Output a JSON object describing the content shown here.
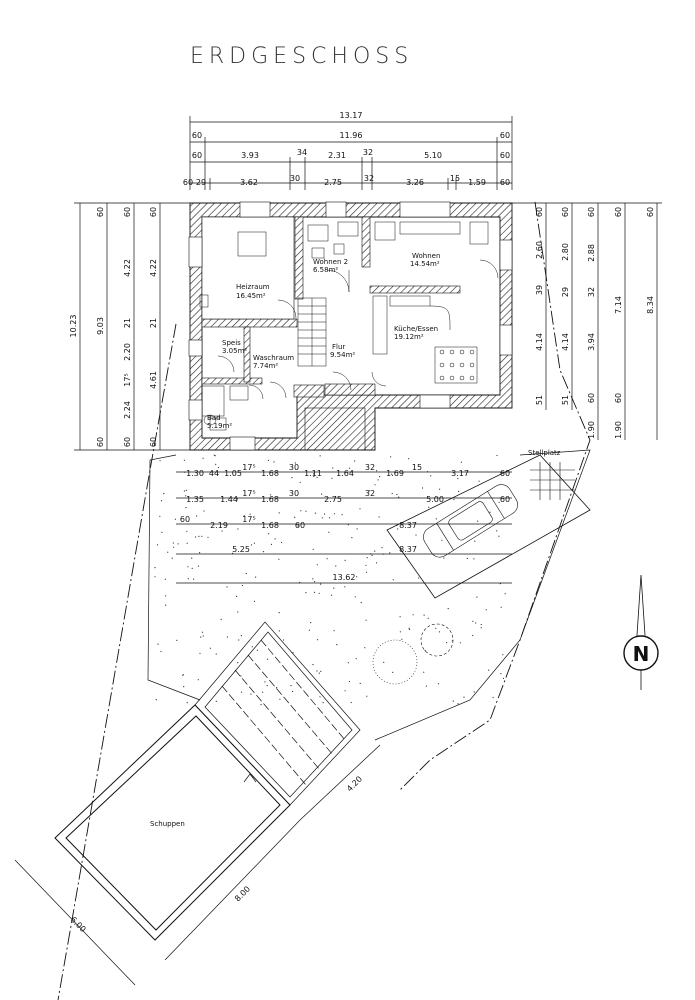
{
  "title": "ERDGESCHOSS",
  "rooms": [
    {
      "name": "Heizraum",
      "area": "16.45m²"
    },
    {
      "name": "Wohnen 2",
      "area": "6.58m²"
    },
    {
      "name": "Wohnen",
      "area": "14.54m²"
    },
    {
      "name": "Speis",
      "area": "3.05m²"
    },
    {
      "name": "Waschraum",
      "area": "7.74m²"
    },
    {
      "name": "Flur",
      "area": "9.54m²"
    },
    {
      "name": "Küche/Essen",
      "area": "19.12m²"
    },
    {
      "name": "Bad",
      "area": "5.19m²"
    }
  ],
  "labels": {
    "stellplatz": "Stellplatz",
    "schuppen": "Schuppen",
    "north": "N"
  },
  "dim_top": {
    "row1": [
      "13.17"
    ],
    "row2": [
      "60",
      "11.96",
      "60"
    ],
    "row3": [
      "60",
      "3.93",
      "34",
      "2.31",
      "32",
      "5.10",
      "60"
    ],
    "row4": [
      "60",
      "29",
      "3.62",
      "30",
      "2.75",
      "32",
      "3.26",
      "15",
      "1.59",
      "60"
    ]
  },
  "dim_bottom": {
    "row1": [
      "1.30",
      "44",
      "1.05",
      "17⁵",
      "1.68",
      "30",
      "1.11",
      "1.64",
      "32",
      "1.69",
      "15",
      "3.17",
      "60"
    ],
    "row2": [
      "1.35",
      "1.44",
      "17⁵",
      "1.68",
      "30",
      "2.75",
      "32",
      "5.00",
      "60"
    ],
    "row3": [
      "60",
      "2.19",
      "17⁵",
      "1.68",
      "60",
      "8.37"
    ],
    "row4": [
      "5.25",
      "8.37"
    ],
    "row5": [
      "13.62"
    ]
  },
  "dim_left": {
    "col1": [
      "10.23"
    ],
    "col2": [
      "60",
      "9.03",
      "60"
    ],
    "col3": [
      "60",
      "4.22",
      "21",
      "2.20",
      "17⁵",
      "2.24",
      "60"
    ],
    "col4": [
      "60",
      "4.22",
      "21",
      "4.61",
      "60"
    ]
  },
  "dim_right": {
    "col1": [
      "60",
      "2.60",
      "39",
      "4.14",
      "51"
    ],
    "col2": [
      "60",
      "2.80",
      "29",
      "4.14",
      "51"
    ],
    "col3": [
      "60",
      "2.88",
      "32",
      "3.94",
      "60",
      "1.90"
    ],
    "col4": [
      "60",
      "7.14",
      "60",
      "1.90"
    ],
    "col5": [
      "60",
      "8.34"
    ]
  },
  "dim_shed": [
    "4.20",
    "8.00",
    "6.00"
  ]
}
